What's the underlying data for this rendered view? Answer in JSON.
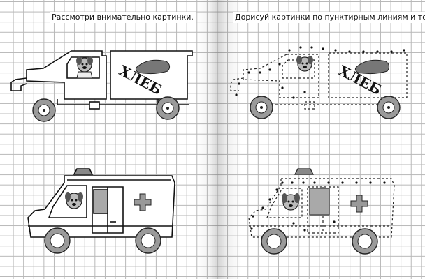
{
  "left_page": {
    "instruction": "Рассмотри внимательно картинки.",
    "truck_label": "ХЛЕБ"
  },
  "right_page": {
    "instruction": "Дорисуй картинки по пунктирным линиям и точкам.",
    "truck_label": "ХЛЕБ"
  },
  "colors": {
    "grid": "#b7b7b7",
    "ink": "#111111",
    "wheel_gray": "#9a9a9a",
    "window_gray": "#a9a9a9"
  }
}
